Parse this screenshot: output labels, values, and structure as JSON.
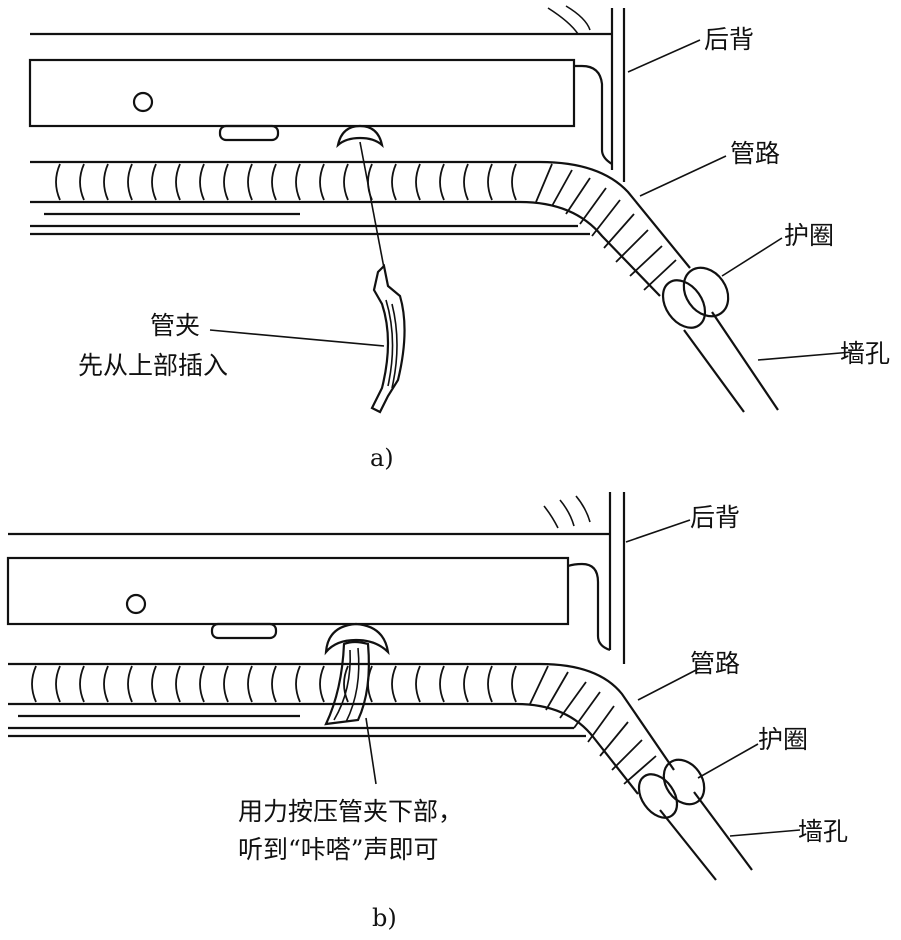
{
  "panel_a": {
    "caption": "a)",
    "labels": {
      "back": "后背",
      "pipe": "管路",
      "grommet": "护圈",
      "wall_hole": "墙孔",
      "clip_line1": "管夹",
      "clip_line2": "先从上部插入"
    }
  },
  "panel_b": {
    "caption": "b)",
    "labels": {
      "back": "后背",
      "pipe": "管路",
      "grommet": "护圈",
      "wall_hole": "墙孔",
      "press_line1": "用力按压管夹下部，",
      "press_line2": "听到“咔嗒”声即可"
    }
  }
}
